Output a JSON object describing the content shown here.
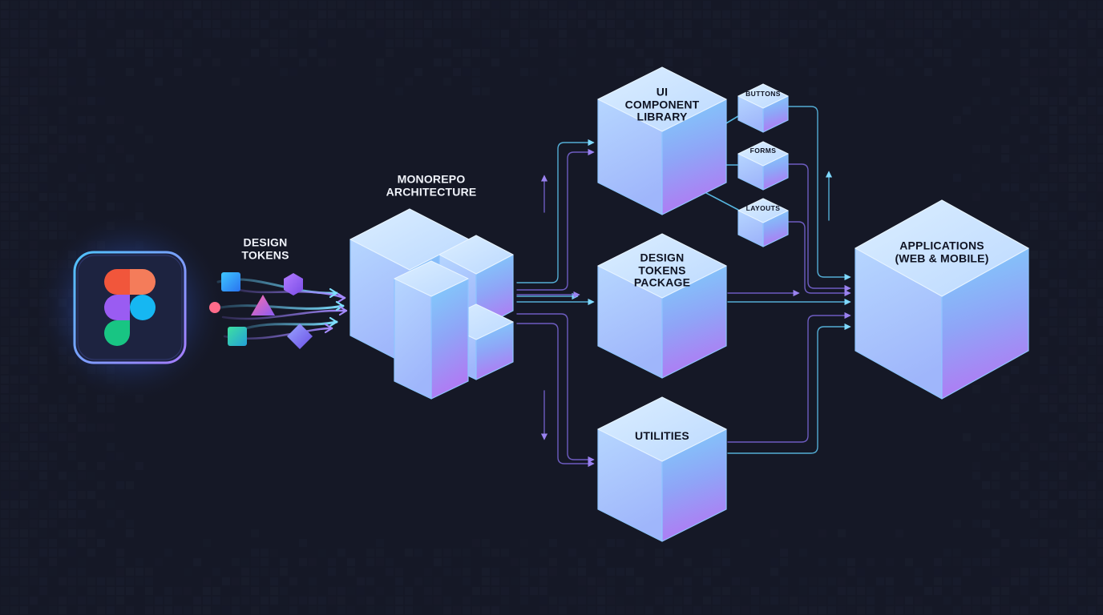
{
  "diagram": {
    "nodes": [
      {
        "id": "figma",
        "label": ""
      },
      {
        "id": "design_tokens",
        "label": "DESIGN\nTOKENS"
      },
      {
        "id": "monorepo",
        "label": "MONOREPO\nARCHITECTURE"
      },
      {
        "id": "ui_library",
        "label": "UI\nCOMPONENT\nLIBRARY"
      },
      {
        "id": "buttons",
        "label": "BUTTONS"
      },
      {
        "id": "forms",
        "label": "FORMS"
      },
      {
        "id": "layouts",
        "label": "LAYOUTS"
      },
      {
        "id": "tokens_package",
        "label": "DESIGN\nTOKENS\nPACKAGE"
      },
      {
        "id": "utilities",
        "label": "UTILITIES"
      },
      {
        "id": "applications",
        "label": "APPLICATIONS\n(WEB & MOBILE)"
      }
    ],
    "edges": [
      {
        "from": "figma",
        "to": "monorepo"
      },
      {
        "from": "monorepo",
        "to": "ui_library"
      },
      {
        "from": "monorepo",
        "to": "tokens_package"
      },
      {
        "from": "monorepo",
        "to": "utilities"
      },
      {
        "from": "ui_library",
        "to": "buttons"
      },
      {
        "from": "ui_library",
        "to": "forms"
      },
      {
        "from": "ui_library",
        "to": "layouts"
      },
      {
        "from": "buttons",
        "to": "applications"
      },
      {
        "from": "forms",
        "to": "applications"
      },
      {
        "from": "layouts",
        "to": "applications"
      },
      {
        "from": "tokens_package",
        "to": "applications"
      },
      {
        "from": "utilities",
        "to": "applications"
      }
    ]
  },
  "colors": {
    "background": "#151826",
    "cube_top": "#cfe6ff",
    "cube_left": "#a7cafd",
    "cube_right_top": "#86c9fb",
    "cube_right_bottom": "#a87df3",
    "cube_edge": "#7fb7ff",
    "connector_cyan": "#5ec8f5",
    "connector_purple": "#8a6ee8",
    "figma_red": "#f1563b",
    "figma_orange": "#f47c5a",
    "figma_purple": "#9a5cf2",
    "figma_blue": "#16b7f2",
    "figma_green": "#18c583"
  },
  "icons": [
    "figma-logo-icon",
    "square-token-icon",
    "hexagon-token-icon",
    "circle-token-icon",
    "triangle-token-icon",
    "diamond-token-icon"
  ]
}
